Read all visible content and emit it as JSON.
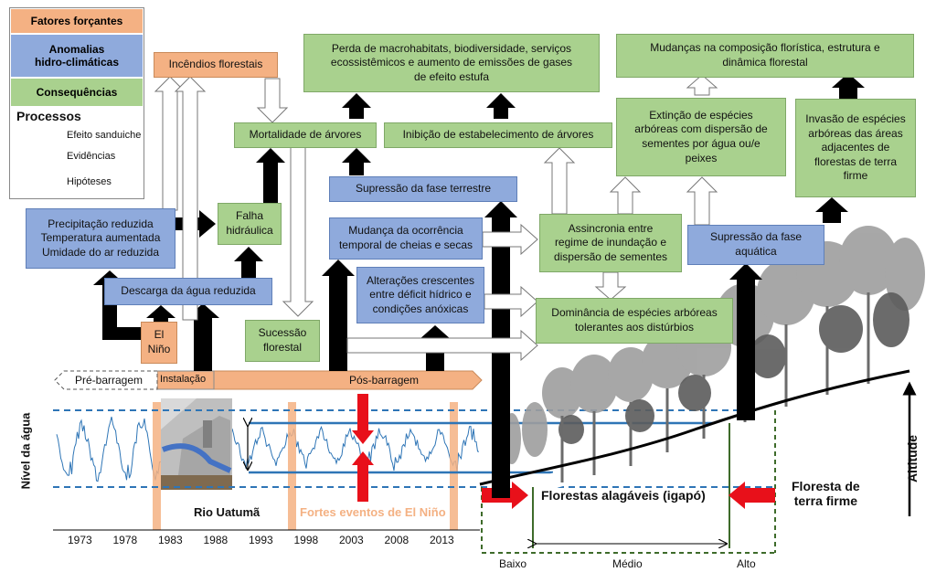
{
  "legend": {
    "drivers": "Fatores forçantes",
    "anomalies": "Anomalias\nhidro-climáticas",
    "consequences": "Consequências",
    "processes_title": "Processos",
    "sandwich": "Efeito sanduiche",
    "evidence": "Evidências",
    "hypotheses": "Hipóteses"
  },
  "boxes": {
    "fires": "Incêndios florestais",
    "habitat_loss": "Perda de macrohabitats, biodiversidade, serviços\necossistêmicos e aumento de emissões de gases\nde efeito estufa",
    "composition_change": "Mudanças na composição florística, estrutura e\ndinâmica florestal",
    "tree_mortality": "Mortalidade de árvores",
    "establishment_inhibition": "Inibição de estabelecimento de árvores",
    "extinction": "Extinção de espécies\narbóreas com dispersão de\nsementes por água ou/e\npeixes",
    "invasion": "Invasão de espécies\narbóreas das áreas\nadjacentes de\nflorestas de terra\nfirme",
    "terrestrial_suppression": "Supressão da fase terrestre",
    "climate": "Precipitação reduzida\nTemperatura aumentada\nUmidade do ar reduzida",
    "hydraulic_failure": "Falha\nhidráulica",
    "flood_timing": "Mudança da ocorrência\ntemporal de cheias e secas",
    "asynchrony": "Assincronia entre\nregime de inundação e\ndispersão de sementes",
    "aquatic_suppression": "Supressão da fase\naquática",
    "discharge": "Descarga da água reduzida",
    "deficit": "Alterações crescentes\nentre déficit hídrico e\ncondições anóxicas",
    "dominance": "Dominância de espécies arbóreas\ntolerantes aos distúrbios",
    "succession": "Sucessão\nflorestal",
    "el_nino": "El\nNiño"
  },
  "timeline": {
    "pre_dam": "Pré-barragem",
    "installation": "Instalação",
    "post_dam": "Pós-barragem"
  },
  "hydrograph": {
    "ylabel": "Nível da água",
    "river": "Rio Uatumã",
    "el_nino_events": "Fortes eventos de El Niño",
    "years": [
      "1973",
      "1978",
      "1983",
      "1988",
      "1993",
      "1998",
      "2003",
      "2008",
      "2013"
    ]
  },
  "profile": {
    "floodplain": "Florestas alagáveis (igapó)",
    "upland": "Floresta de\nterra firme",
    "altitude": "Altitude",
    "low": "Baixo",
    "mid": "Médio",
    "high": "Alto"
  },
  "colors": {
    "green": "#a9d18e",
    "blue": "#8faadc",
    "orange": "#f4b183",
    "red": "#e8101a",
    "series": "#2e75b6"
  }
}
